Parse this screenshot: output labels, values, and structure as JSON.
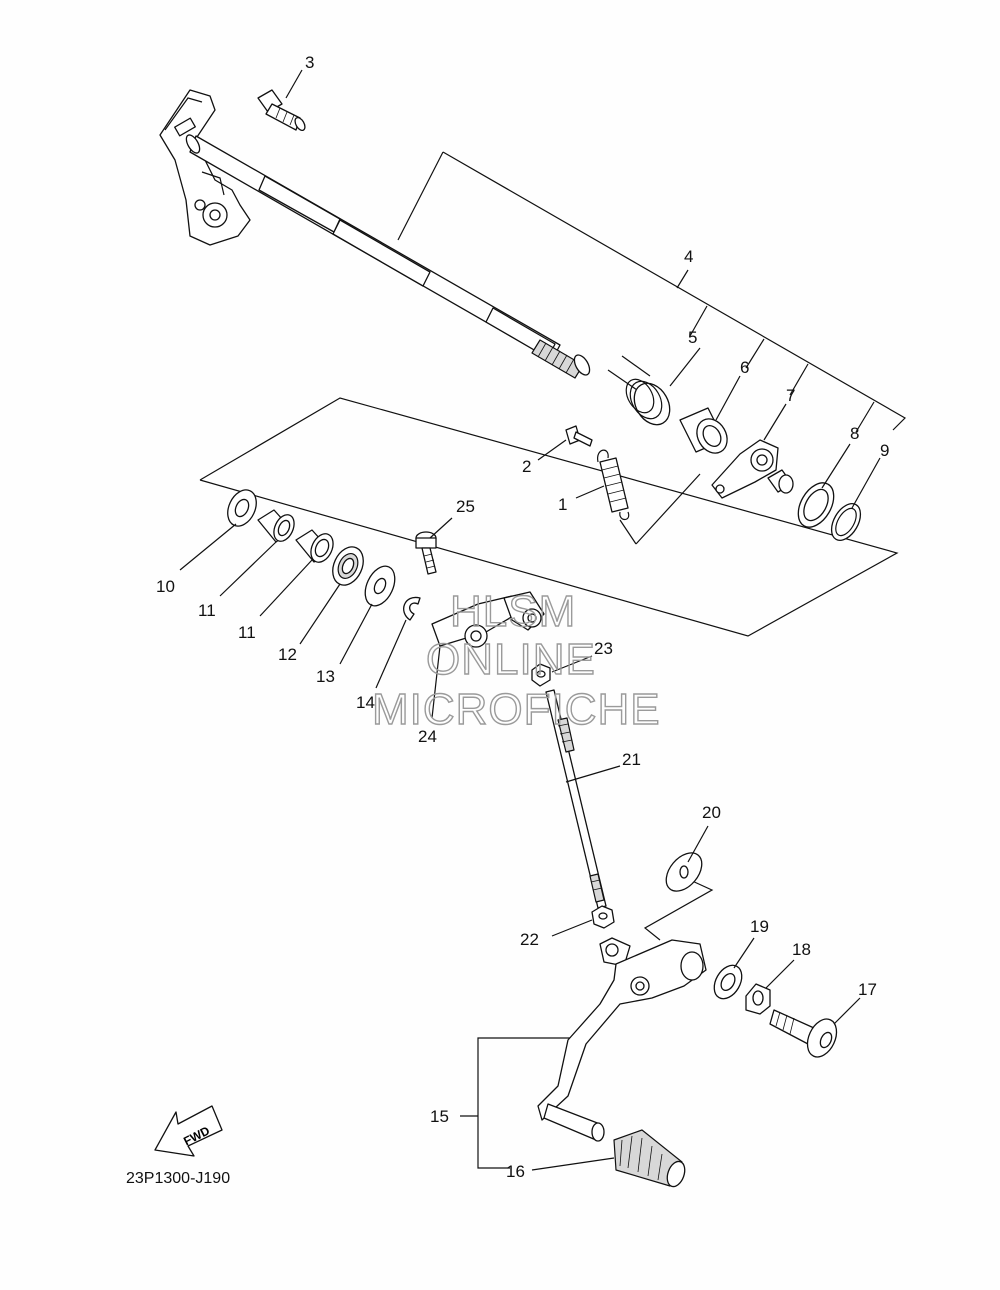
{
  "diagram": {
    "code": "23P1300-J190",
    "fwd_label": "FWD",
    "watermark": [
      "HLSM",
      "ONLINE",
      "MICROFICHE"
    ],
    "callouts": {
      "c1": "1",
      "c2": "2",
      "c3": "3",
      "c4": "4",
      "c5": "5",
      "c6": "6",
      "c7": "7",
      "c8": "8",
      "c9": "9",
      "c10": "10",
      "c11a": "11",
      "c11b": "11",
      "c12": "12",
      "c13": "13",
      "c14": "14",
      "c15": "15",
      "c16": "16",
      "c17": "17",
      "c18": "18",
      "c19": "19",
      "c20": "20",
      "c21": "21",
      "c22": "22",
      "c23": "23",
      "c24": "24",
      "c25": "25"
    }
  }
}
